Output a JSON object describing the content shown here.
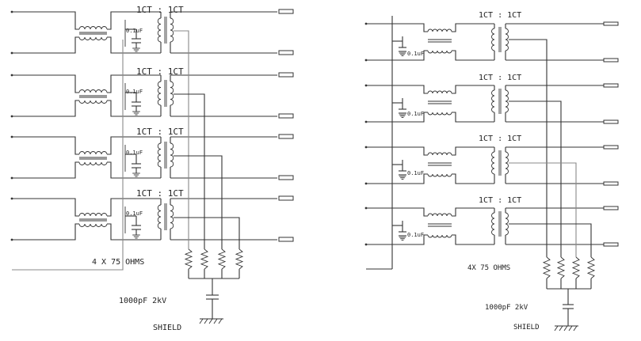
{
  "left_panel": {
    "channels": [
      {
        "ratio": "1CT : 1CT",
        "cap": "0.1uF"
      },
      {
        "ratio": "1CT : 1CT",
        "cap": "0.1uF"
      },
      {
        "ratio": "1CT : 1CT",
        "cap": "0.1uF"
      },
      {
        "ratio": "1CT : 1CT",
        "cap": "0.1uF"
      }
    ],
    "resistors_label": "4  X  75  OHMS",
    "cap_label": "1000pF  2kV",
    "shield_label": "SHIELD"
  },
  "right_panel": {
    "channels": [
      {
        "ratio": "1CT : 1CT",
        "cap": "0.1uF"
      },
      {
        "ratio": "1CT : 1CT",
        "cap": "0.1uF"
      },
      {
        "ratio": "1CT : 1CT",
        "cap": "0.1uF"
      },
      {
        "ratio": "1CT : 1CT",
        "cap": "0.1uF"
      }
    ],
    "resistors_label": "4X 75 OHMS",
    "cap_label": "1000pF 2kV",
    "shield_label": "SHIELD"
  }
}
